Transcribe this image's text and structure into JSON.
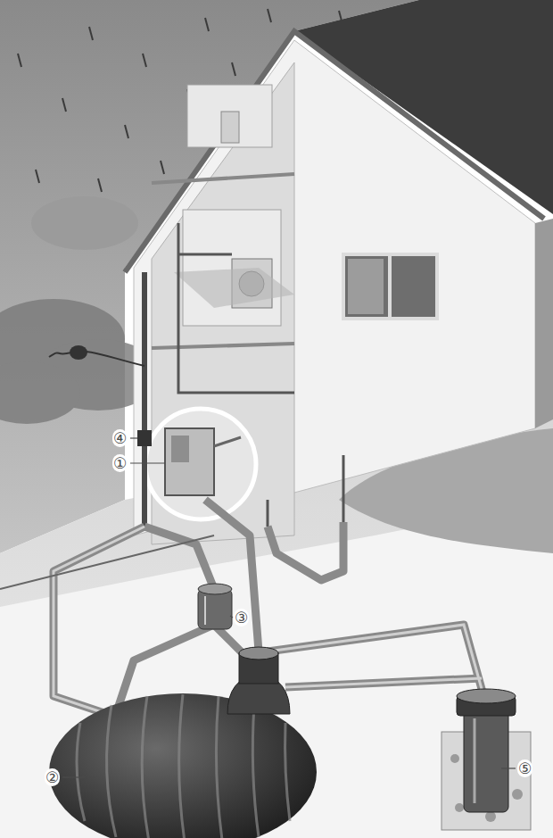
{
  "diagram": {
    "labels": [
      "④",
      "①",
      "③",
      "②",
      "⑤"
    ]
  }
}
